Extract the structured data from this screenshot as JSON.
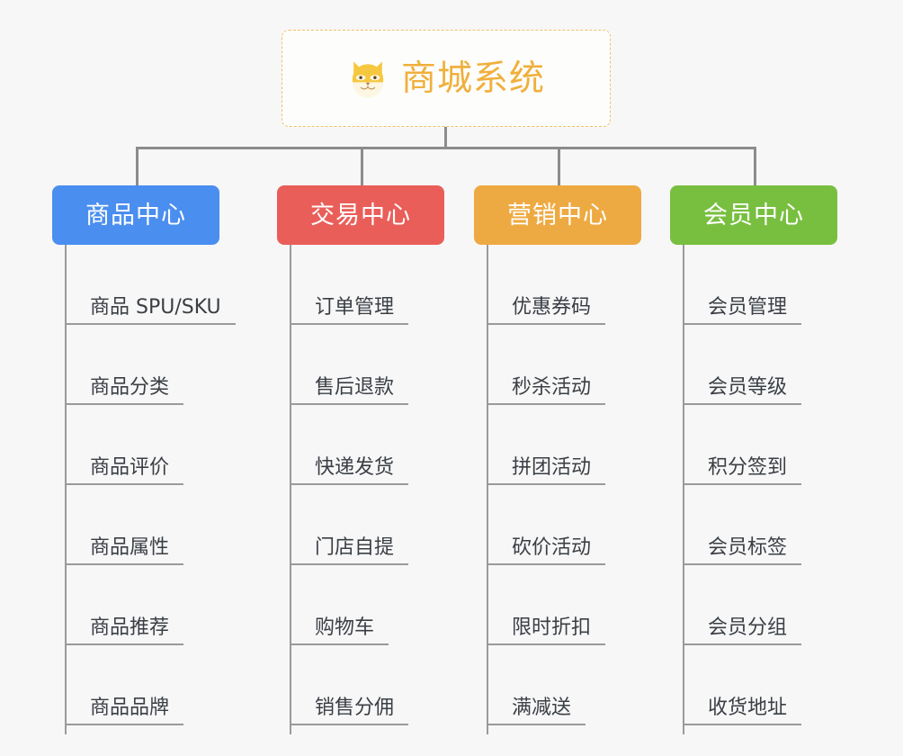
{
  "canvas": {
    "background": "#f7f7f7",
    "connector_color": "#8c8c8c"
  },
  "root": {
    "title": "商城系统",
    "icon": "shiba-dog-face-icon",
    "text_color": "#f0b03c",
    "border_color": "#f0c16a",
    "background": "#fdfdfc"
  },
  "branches": [
    {
      "title": "商品中心",
      "color": "#4a8ef0",
      "items": [
        "商品 SPU/SKU",
        "商品分类",
        "商品评价",
        "商品属性",
        "商品推荐",
        "商品品牌"
      ]
    },
    {
      "title": "交易中心",
      "color": "#ea5e59",
      "items": [
        "订单管理",
        "售后退款",
        "快递发货",
        "门店自提",
        "购物车",
        "销售分佣"
      ]
    },
    {
      "title": "营销中心",
      "color": "#eeaa42",
      "items": [
        "优惠券码",
        "秒杀活动",
        "拼团活动",
        "砍价活动",
        "限时折扣",
        "满减送"
      ]
    },
    {
      "title": "会员中心",
      "color": "#78bf40",
      "items": [
        "会员管理",
        "会员等级",
        "积分签到",
        "会员标签",
        "会员分组",
        "收货地址"
      ]
    }
  ]
}
